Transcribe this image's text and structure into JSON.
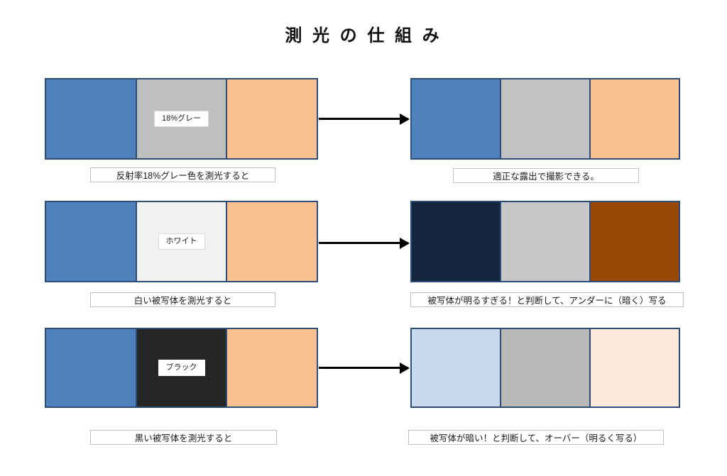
{
  "title": "測 光 の 仕 組 み",
  "background_color": "#FFFFFF",
  "panel_border_color": "#2E4D76",
  "arrow_color": "#000000",
  "rows": [
    {
      "left": {
        "caption": "反射率18%グレー色を測光すると",
        "segments": [
          {
            "name": "blue",
            "color": "#4F81BD"
          },
          {
            "name": "18-percent-gray",
            "color": "#BFBFBF",
            "tag": "18%グレー"
          },
          {
            "name": "orange",
            "color": "#F9C18F"
          }
        ]
      },
      "right": {
        "caption": "適正な露出で撮影できる。",
        "segments": [
          {
            "name": "blue",
            "color": "#4F81BD"
          },
          {
            "name": "gray",
            "color": "#C0C2C3"
          },
          {
            "name": "orange",
            "color": "#F9C18F"
          }
        ]
      }
    },
    {
      "left": {
        "caption": "白い被写体を測光すると",
        "segments": [
          {
            "name": "blue",
            "color": "#4F81BD"
          },
          {
            "name": "white",
            "color": "#F1F1F1",
            "tag": "ホワイト"
          },
          {
            "name": "orange",
            "color": "#F9C18F"
          }
        ]
      },
      "right": {
        "caption": "被写体が明るすぎる！と判断して、アンダーに（暗く）写る",
        "segments": [
          {
            "name": "dark-navy",
            "color": "#14263F"
          },
          {
            "name": "gray",
            "color": "#C5C7C8"
          },
          {
            "name": "dark-brown",
            "color": "#974806"
          }
        ]
      }
    },
    {
      "left": {
        "caption": "黒い被写体を測光すると",
        "segments": [
          {
            "name": "blue",
            "color": "#4F81BD"
          },
          {
            "name": "black",
            "color": "#262626",
            "tag": "ブラック"
          },
          {
            "name": "orange",
            "color": "#F9C18F"
          }
        ]
      },
      "right": {
        "caption": "被写体が暗い！と判断して、オーバー（明るく写る）",
        "segments": [
          {
            "name": "light-blue",
            "color": "#C7D9EE"
          },
          {
            "name": "medium-gray",
            "color": "#B9B9B9"
          },
          {
            "name": "light-peach",
            "color": "#FBE9DB"
          }
        ]
      }
    }
  ]
}
